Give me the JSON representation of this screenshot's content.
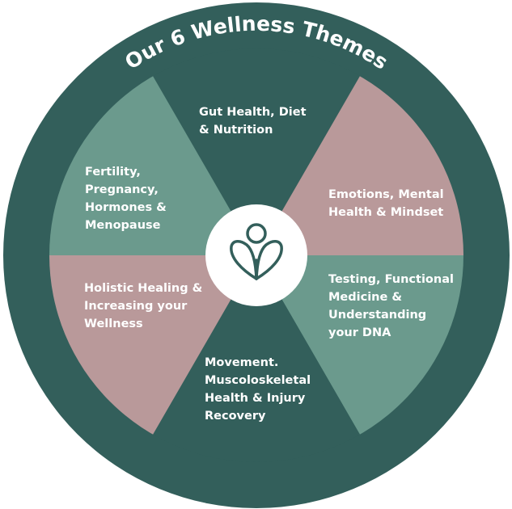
{
  "diagram": {
    "title": "Our 6 Wellness Themes",
    "colors": {
      "ring": "#335f5b",
      "dark": "#335f5b",
      "sage": "#6b9a8d",
      "rose": "#b9999a",
      "center_fill": "#ffffff",
      "logo": "#335f5b",
      "text": "#ffffff"
    },
    "logo_icon": "wellness-figure-heart-icon",
    "themes": [
      {
        "id": "gut",
        "lines": [
          "Gut Health, Diet",
          "& Nutrition"
        ]
      },
      {
        "id": "emotions",
        "lines": [
          "Emotions, Mental",
          "Health & Mindset"
        ]
      },
      {
        "id": "testing",
        "lines": [
          "Testing, Functional",
          "Medicine &",
          "Understanding",
          "your DNA"
        ]
      },
      {
        "id": "movement",
        "lines": [
          "Movement.",
          "Muscoloskeletal",
          "Health & Injury",
          "Recovery"
        ]
      },
      {
        "id": "holistic",
        "lines": [
          "Holistic Healing &",
          "Increasing your",
          "Wellness"
        ]
      },
      {
        "id": "fertility",
        "lines": [
          "Fertility,",
          "Pregnancy,",
          "Hormones &",
          "Menopause"
        ]
      }
    ]
  }
}
